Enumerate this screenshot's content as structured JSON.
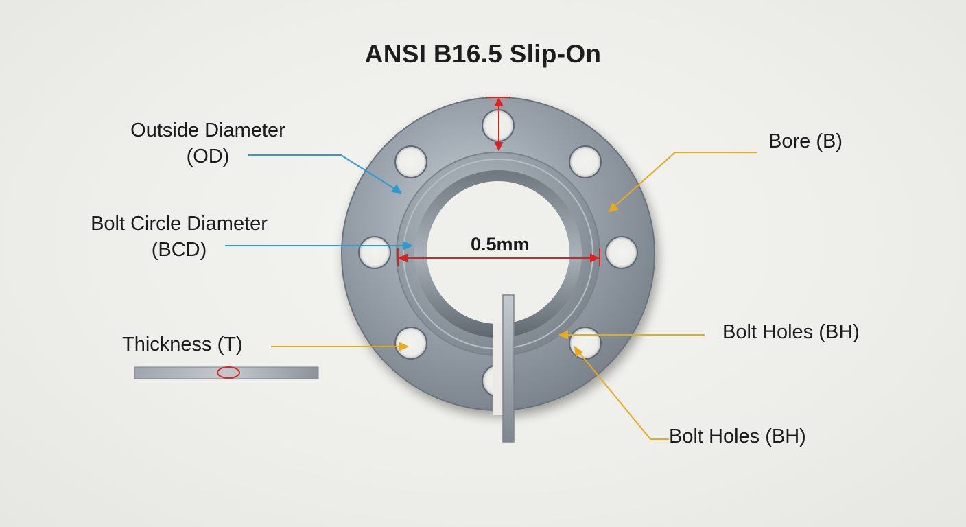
{
  "title": "ANSI B16.5 Slip-On",
  "labels": {
    "outside_diameter_line1": "Outside Diameter",
    "outside_diameter_line2": "(OD)",
    "bolt_circle_line1": "Bolt Circle Diameter",
    "bolt_circle_line2": "(BCD)",
    "thickness": "Thickness (T)",
    "bore": "Bore (B)",
    "bolt_holes_upper": "Bolt Holes (BH)",
    "bolt_holes_lower": "Bolt Holes (BH)",
    "bore_dimension": "0.5mm"
  },
  "colors": {
    "blue_leader": "#2a9bd3",
    "orange_leader": "#e9a91c",
    "red_dimension": "#e0201c",
    "steel": "#8b939c"
  }
}
